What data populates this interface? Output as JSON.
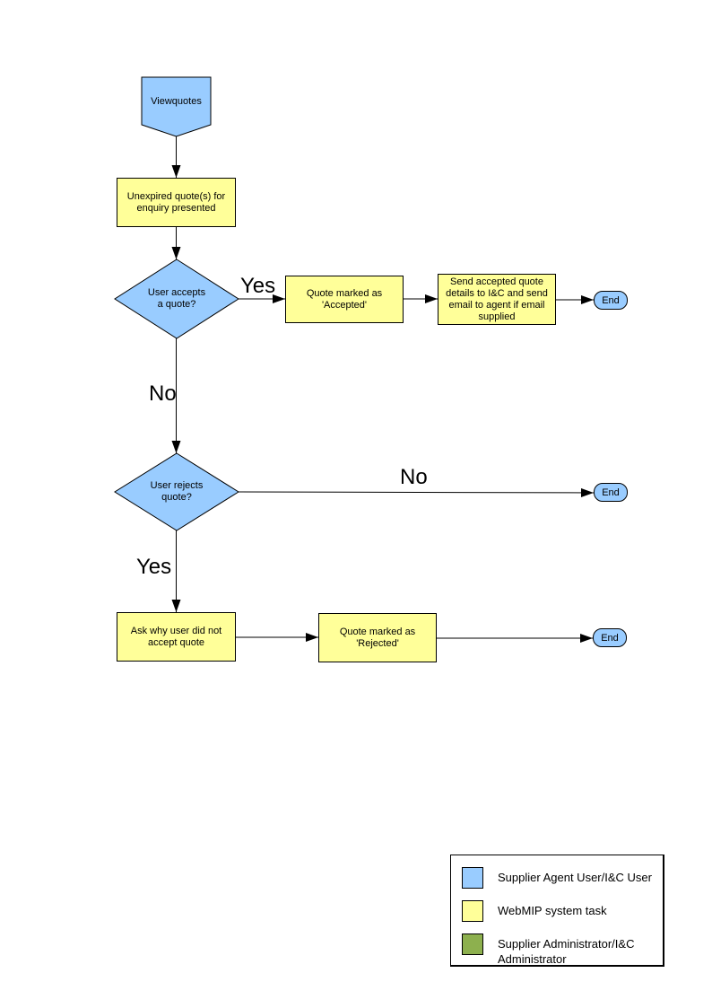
{
  "flowchart": {
    "nodes": {
      "start": "Viewquotes",
      "unexpired": "Unexpired quote(s) for enquiry presented",
      "accepts_decision": "User accepts a quote?",
      "marked_accepted": "Quote marked as 'Accepted'",
      "send_details": "Send accepted quote details to I&C and send email to agent if email supplied",
      "end_accepted": "End",
      "rejects_decision": "User rejects quote?",
      "end_not_rejected": "End",
      "ask_why": "Ask why user did not accept quote",
      "marked_rejected": "Quote marked as 'Rejected'",
      "end_rejected": "End"
    },
    "edge_labels": {
      "accepts_yes": "Yes",
      "accepts_no": "No",
      "rejects_no": "No",
      "rejects_yes": "Yes"
    }
  },
  "colors": {
    "user_task": "#99CCFF",
    "system_task": "#FFFF99",
    "admin_task": "#8DB04E",
    "outline": "#000000"
  },
  "legend": {
    "items": [
      {
        "label": "Supplier Agent User/I&C User",
        "color": "#99CCFF",
        "icon": "blue-swatch"
      },
      {
        "label": "WebMIP system task",
        "color": "#FFFF99",
        "icon": "yellow-swatch"
      },
      {
        "label": "Supplier Administrator/I&C Administrator",
        "color": "#8DB04E",
        "icon": "green-swatch"
      }
    ]
  }
}
